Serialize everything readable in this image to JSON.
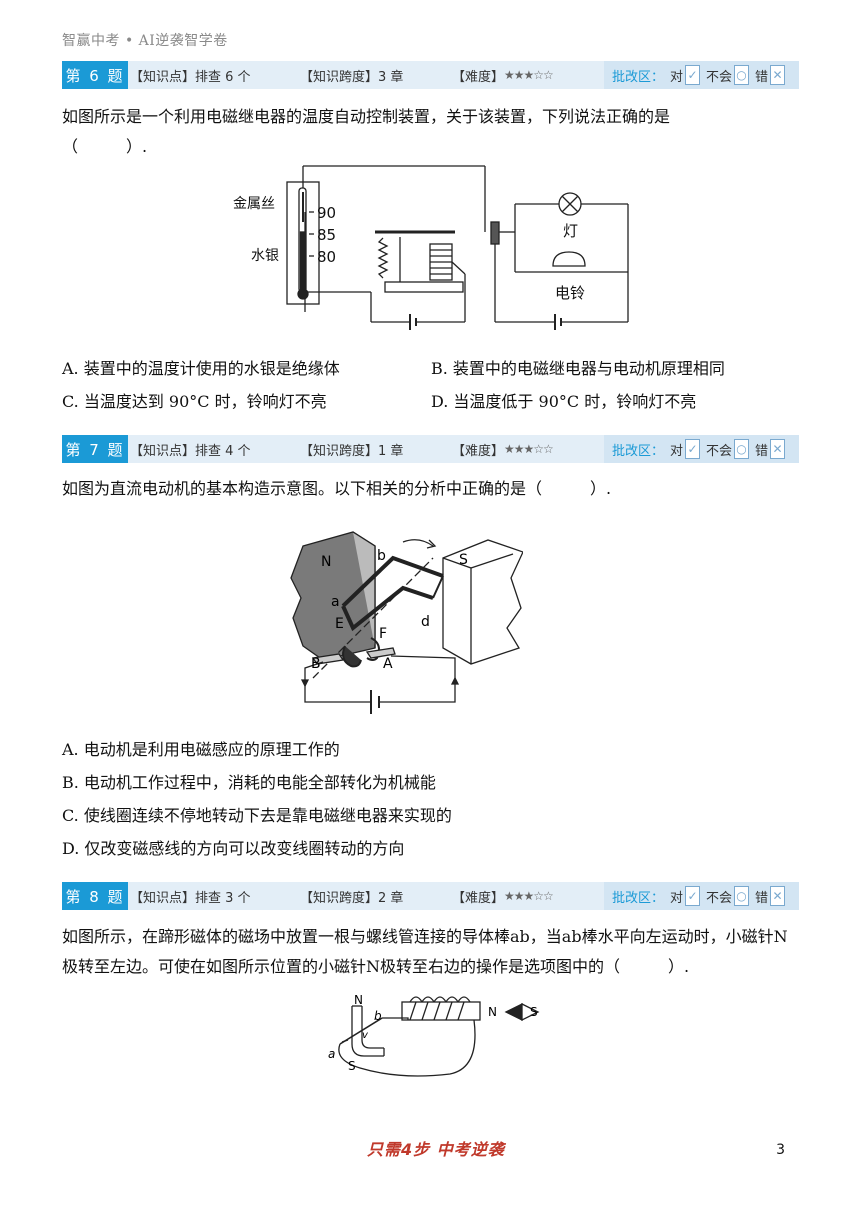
{
  "header": {
    "brand": "智赢中考 • AI逆袭智学卷"
  },
  "grading": {
    "label": "批改区：",
    "right": "对",
    "unknown": "不会",
    "wrong": "错"
  },
  "questions": [
    {
      "number": "第 6 题",
      "knowledge": "【知识点】排查 6 个",
      "span": "【知识跨度】3 章",
      "difficulty_label": "【难度】",
      "stars": "★★★☆☆",
      "stem": "如图所示是一个利用电磁继电器的温度自动控制装置，关于该装置，下列说法正确的是（　　　）.",
      "figure_labels": {
        "wire": "金属丝",
        "mercury": "水银",
        "t90": "90",
        "t85": "85",
        "t80": "80",
        "lamp": "灯",
        "bell": "电铃"
      },
      "options": [
        "A.  装置中的温度计使用的水银是绝缘体",
        "B.  装置中的电磁继电器与电动机原理相同",
        "C.  当温度达到 90°C 时，铃响灯不亮",
        "D.  当温度低于 90°C 时，铃响灯不亮"
      ]
    },
    {
      "number": "第 7 题",
      "knowledge": "【知识点】排查 4 个",
      "span": "【知识跨度】1 章",
      "difficulty_label": "【难度】",
      "stars": "★★★☆☆",
      "stem": "如图为直流电动机的基本构造示意图。以下相关的分析中正确的是（　　　）.",
      "figure_labels": {
        "n": "N",
        "s": "S",
        "a": "a",
        "b": "b",
        "d": "d",
        "e": "E",
        "f": "F",
        "bb": "B",
        "aa": "A"
      },
      "options": [
        "A.  电动机是利用电磁感应的原理工作的",
        "B.  电动机工作过程中，消耗的电能全部转化为机械能",
        "C.  使线圈连续不停地转动下去是靠电磁继电器来实现的",
        "D.  仅改变磁感线的方向可以改变线圈转动的方向"
      ]
    },
    {
      "number": "第 8 题",
      "knowledge": "【知识点】排查 3 个",
      "span": "【知识跨度】2 章",
      "difficulty_label": "【难度】",
      "stars": "★★★☆☆",
      "stem": "如图所示，在蹄形磁体的磁场中放置一根与螺线管连接的导体棒ab，当ab棒水平向左运动时，小磁针N极转至左边。可使在如图所示位置的小磁针N极转至右边的操作是选项图中的（　　　）.",
      "figure_labels": {
        "n": "N",
        "s": "S",
        "a": "a",
        "b": "b",
        "v": "v",
        "needle_n": "N",
        "needle_s": "S"
      }
    }
  ],
  "footer": {
    "slogan": "只需4步 中考逆袭",
    "page": "3"
  }
}
